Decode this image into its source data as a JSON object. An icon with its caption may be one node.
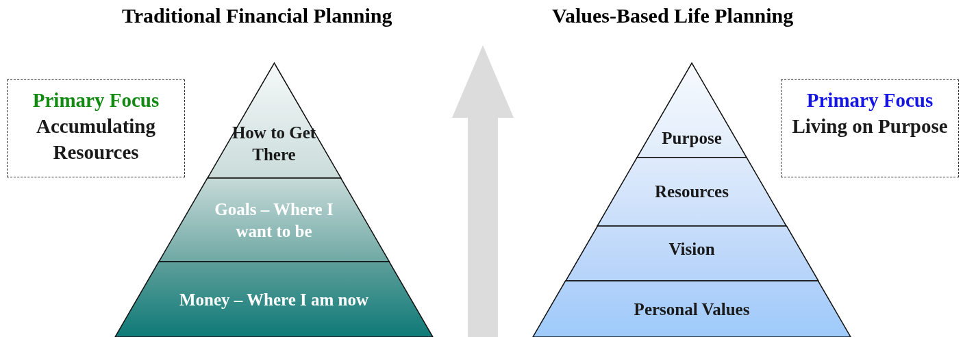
{
  "diagram": {
    "nodes": [
      {
        "text": [
          "Primary Focus",
          "Accumulating Resources"
        ]
      },
      {
        "text": [
          "How to Get There"
        ]
      },
      {
        "text": [
          "Goals – Where I want to be"
        ]
      },
      {
        "text": [
          "Money – Where I am now"
        ]
      },
      {
        "text": [
          "Purpose"
        ]
      },
      {
        "text": [
          "Resources"
        ]
      },
      {
        "text": [
          "Vision"
        ]
      },
      {
        "text": [
          "Personal Values"
        ]
      },
      {
        "text": [
          "Primary Focus",
          "Living on Purpose"
        ]
      }
    ],
    "edges": [],
    "labels": [
      "Traditional Financial Planning",
      "Values-Based Life Planning"
    ]
  }
}
